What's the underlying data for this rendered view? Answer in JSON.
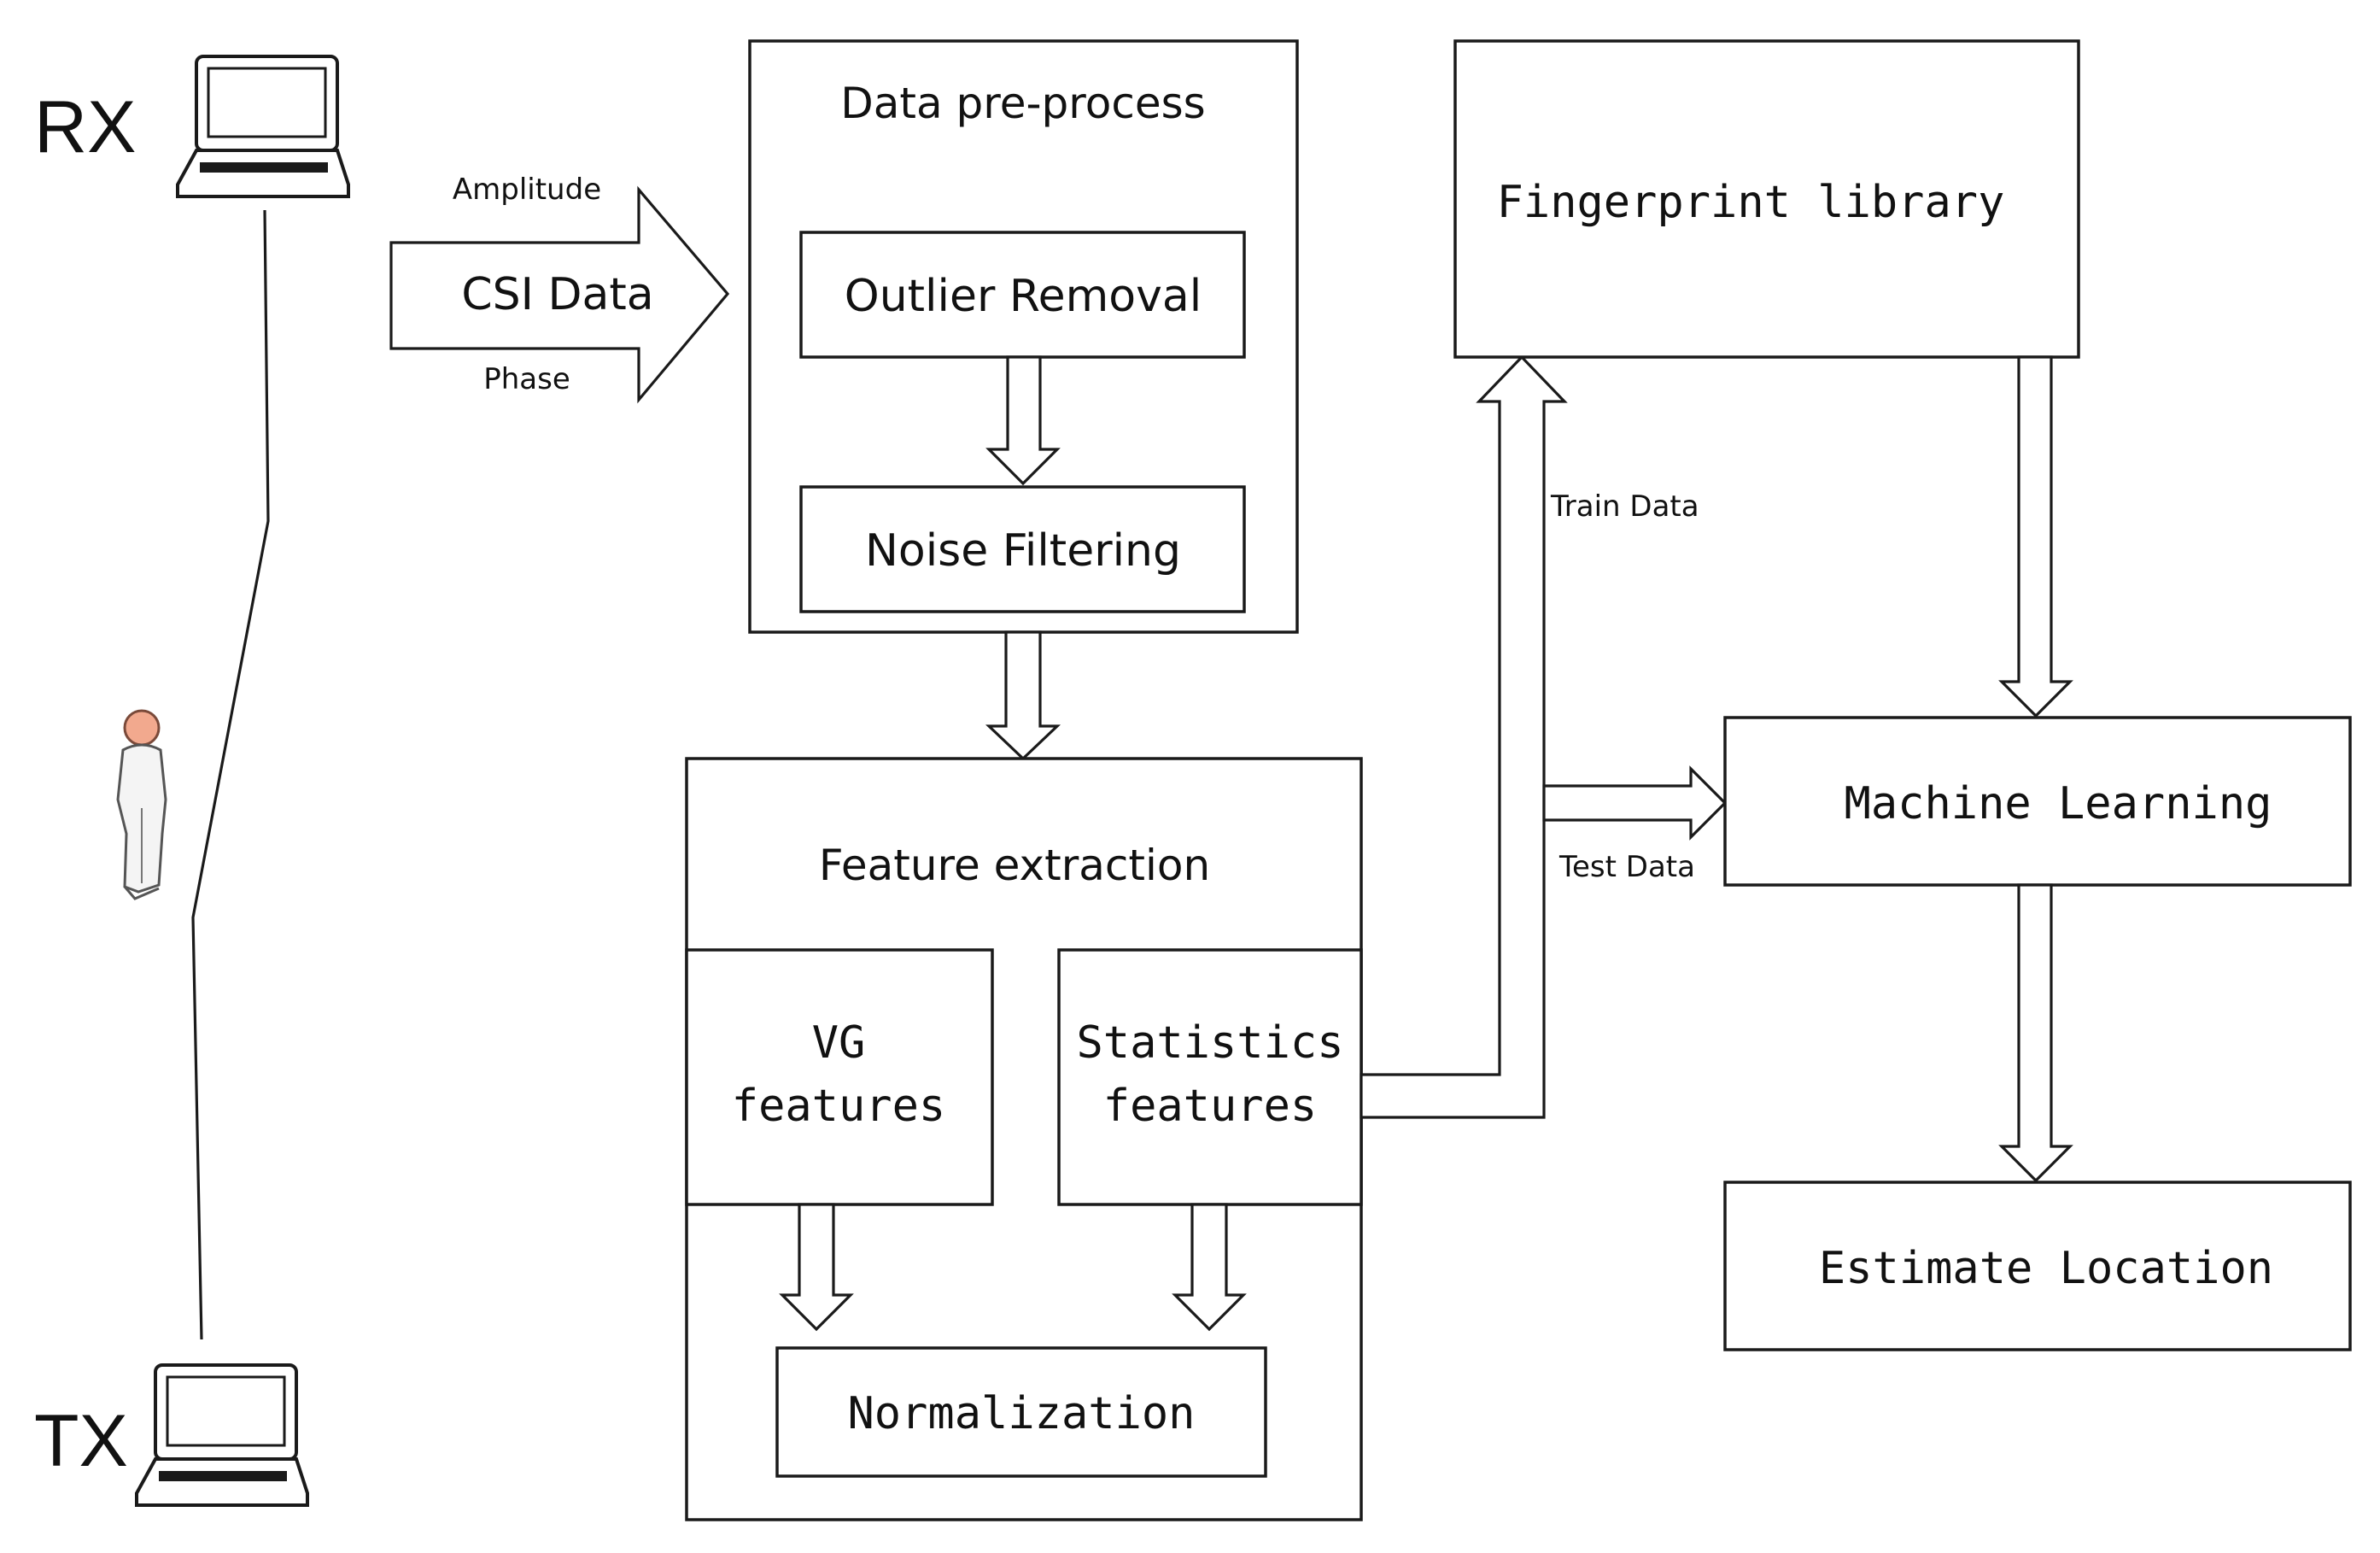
{
  "devices": {
    "rx_label": "RX",
    "tx_label": "TX"
  },
  "input": {
    "arrow_label": "CSI Data",
    "top_label": "Amplitude",
    "bottom_label": "Phase"
  },
  "preprocess": {
    "title": "Data pre-process",
    "step1": "Outlier Removal",
    "step2": "Noise Filtering"
  },
  "features": {
    "title": "Feature extraction",
    "vg_line1": "VG",
    "vg_line2": "features",
    "stats_line1": "Statistics",
    "stats_line2": "features",
    "normalization": "Normalization"
  },
  "split": {
    "train_label": "Train Data",
    "test_label": "Test Data"
  },
  "library": {
    "title": "Fingerprint library"
  },
  "ml": {
    "title": "Machine Learning"
  },
  "output": {
    "title": "Estimate Location"
  },
  "colors": {
    "stroke": "#1a1a1a",
    "background": "#ffffff",
    "person_head": "#f2a98e"
  }
}
